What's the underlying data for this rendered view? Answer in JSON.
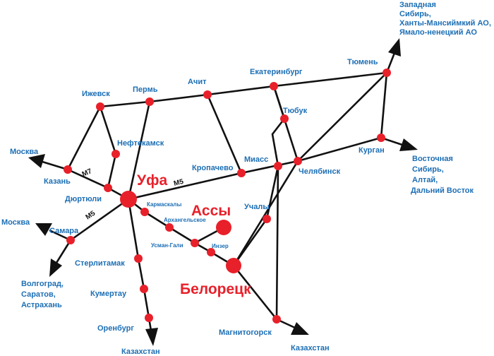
{
  "cities": {
    "ufa": "Уфа",
    "assy": "Ассы",
    "beloretsk": "Белорецк",
    "izhevsk": "Ижевск",
    "perm": "Пермь",
    "achit": "Ачит",
    "ekaterinburg": "Екатеринбург",
    "tyumen": "Тюмень",
    "tyubuk": "Тюбук",
    "neftekamsk": "Нефтекамск",
    "kropachevo": "Кропачево",
    "miass": "Миасс",
    "chelyabinsk": "Челябинск",
    "kurgan": "Курган",
    "kazan": "Казань",
    "dyurtyuli": "Дюртюли",
    "samara": "Самара",
    "karmaskaly": "Кармаскалы",
    "arkhangelskoe": "Архангельское",
    "usman_gali": "Усман-Гали",
    "inzer": "Инзер",
    "uchaly": "Учалы",
    "sterlitamak": "Стерлитамак",
    "kumertau": "Кумертау",
    "orenburg": "Оренбург",
    "magnitogorsk": "Магнитогорск"
  },
  "destinations": {
    "moscow_1": "Москва",
    "moscow_2": "Москва",
    "volga": [
      "Волгоград,",
      "Саратов,",
      "Астрахань"
    ],
    "kazakhstan_1": "Казахстан",
    "kazakhstan_2": "Казахстан",
    "east_siberia": [
      "Восточная",
      "Сибирь,",
      "Алтай,",
      "Дальний Восток"
    ],
    "west_siberia": [
      "Западная",
      "Сибирь,",
      "Ханты-Мансиймкий АО,",
      "Ямало-ненецкий АО"
    ]
  },
  "roads": {
    "m7": "М7",
    "m5_west": "М5",
    "m5_east": "М5"
  },
  "colors": {
    "city_marker": "#e8202a",
    "label": "#1d6fb5",
    "road": "#111111"
  }
}
